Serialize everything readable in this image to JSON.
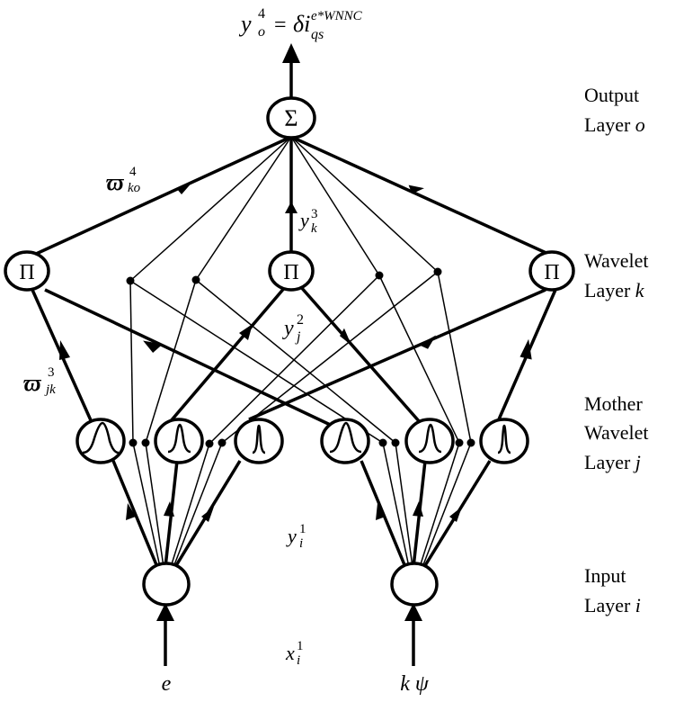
{
  "diagram": {
    "type": "wavelet neural network architecture",
    "output_equation": {
      "lhs": "y",
      "lhs_sub": "o",
      "lhs_sup": "4",
      "equals": "=",
      "rhs": "δi",
      "rhs_sub": "qs",
      "rhs_sup": "e*WNNC"
    },
    "nodes": {
      "output": {
        "symbol": "Σ"
      },
      "wavelet": [
        {
          "symbol": "Π"
        },
        {
          "symbol": "Π"
        },
        {
          "symbol": "Π"
        }
      ],
      "mother_wavelet_count": 6,
      "input_count": 2
    },
    "signal_labels": {
      "y3": {
        "base": "y",
        "sub": "k",
        "sup": "3"
      },
      "y2": {
        "base": "y",
        "sub": "j",
        "sup": "2"
      },
      "y1": {
        "base": "y",
        "sub": "i",
        "sup": "1"
      },
      "x1": {
        "base": "x",
        "sub": "i",
        "sup": "1"
      }
    },
    "weight_labels": {
      "w4": {
        "base": "ϖ",
        "sub": "ko",
        "sup": "4"
      },
      "w3": {
        "base": "ϖ",
        "sub": "jk",
        "sup": "3"
      }
    },
    "inputs": [
      "e",
      "k ψ"
    ],
    "layers": {
      "output": {
        "line1": "Output",
        "line2": "Layer",
        "var": "o"
      },
      "wavelet": {
        "line1": "Wavelet",
        "line2": "Layer",
        "var": "k"
      },
      "mother": {
        "line1": "Mother",
        "line2": "Wavelet",
        "line3": "Layer",
        "var": "j"
      },
      "input": {
        "line1": "Input",
        "line2": "Layer",
        "var": "i"
      }
    }
  }
}
